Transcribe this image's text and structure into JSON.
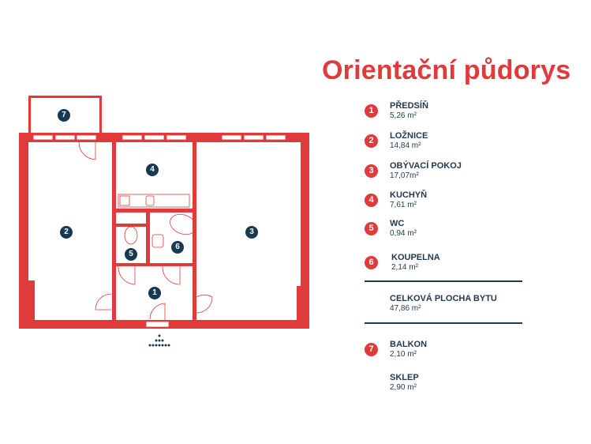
{
  "title": "Orientační půdorys",
  "colors": {
    "accent": "#e13a3a",
    "text": "#1f3a4d",
    "badge_dark": "#163a52"
  },
  "legend": {
    "rooms": [
      {
        "number": "1",
        "name": "PŘEDSÍŇ",
        "area": "5,26 m²"
      },
      {
        "number": "2",
        "name": "LOŽNICE",
        "area": "14,84 m²"
      },
      {
        "number": "3",
        "name": "OBÝVACÍ POKOJ",
        "area": "17,07m²"
      },
      {
        "number": "4",
        "name": "KUCHYŇ",
        "area": "7,61 m²"
      },
      {
        "number": "5",
        "name": "WC",
        "area": "0,94 m²"
      },
      {
        "number": "6",
        "name": "KOUPELNA",
        "area": "2,14 m²"
      }
    ],
    "total": {
      "name": "CELKOVÁ PLOCHA BYTU",
      "area": "47,86 m²"
    },
    "extras": [
      {
        "number": "7",
        "name": "BALKON",
        "area": "2,10 m²"
      },
      {
        "number": "",
        "name": "SKLEP",
        "area": "2,90 m²"
      }
    ]
  },
  "plan_labels": [
    "1",
    "2",
    "3",
    "4",
    "5",
    "6",
    "7"
  ]
}
